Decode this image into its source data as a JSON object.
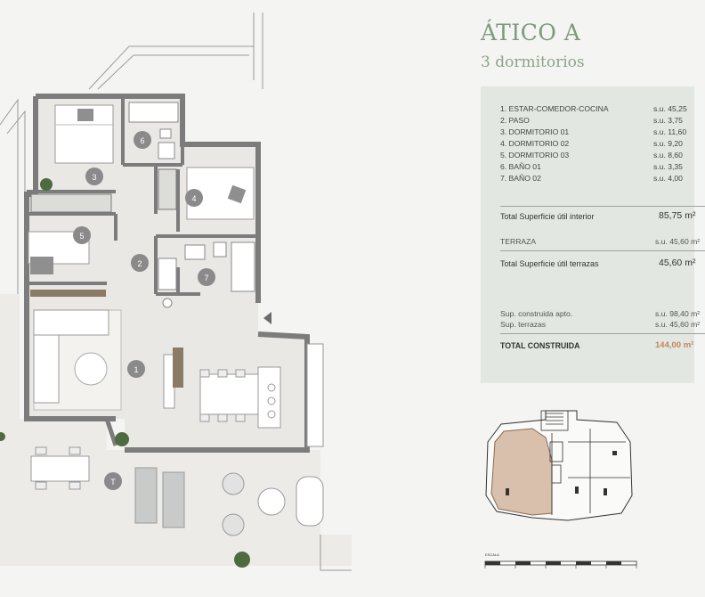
{
  "header": {
    "title": "ÁTICO A",
    "subtitle": "3 dormitorios"
  },
  "rooms": [
    {
      "label": "1. ESTAR-COMEDOR-COCINA",
      "value": "s.u. 45,25"
    },
    {
      "label": "2. PASO",
      "value": "s.u.   3,75"
    },
    {
      "label": "3. DORMITORIO 01",
      "value": "s.u. 11,60"
    },
    {
      "label": "4. DORMITORIO 02",
      "value": "s.u.   9,20"
    },
    {
      "label": "5. DORMITORIO 03",
      "value": "s.u.   8,60"
    },
    {
      "label": "6. BAÑO 01",
      "value": "s.u.   3,35"
    },
    {
      "label": "7. BAÑO 02",
      "value": "s.u.   4,00"
    }
  ],
  "totals": {
    "interior_label": "Total Superficie útil interior",
    "interior_value": "85,75 m²",
    "terraza_label": "TERRAZA",
    "terraza_value": "s.u. 45,60 m²",
    "terrazas_label": "Total Superficie útil terrazas",
    "terrazas_value": "45,60 m²",
    "sup_construida_label": "Sup. construida apto.",
    "sup_construida_value": "s.u. 98,40 m²",
    "sup_terrazas_label": "Sup. terrazas",
    "sup_terrazas_value": "s.u. 45,60 m²",
    "construida_label": "TOTAL CONSTRUIDA",
    "construida_value": "144,00 m²"
  },
  "plan": {
    "markers": [
      "1",
      "2",
      "3",
      "4",
      "5",
      "6",
      "7",
      "T"
    ]
  },
  "scale": {
    "label": "ESCALA"
  },
  "colors": {
    "title": "#7d9a7a",
    "panel": "#e2e7e1",
    "highlight": "#c3855c",
    "keyplan_fill": "#d9c0ad",
    "wall": "#7c7c7c",
    "marker": "#8a8a8a"
  }
}
